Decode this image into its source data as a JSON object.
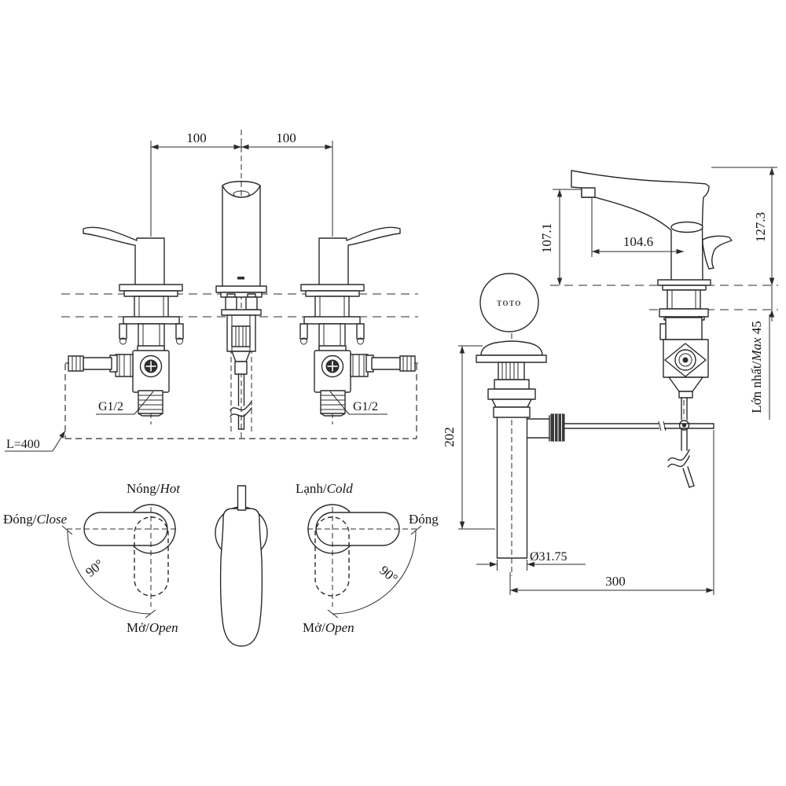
{
  "drawing": {
    "type": "faucet technical drawing",
    "brand": "TOTO",
    "dims": {
      "d100a": "100",
      "d100b": "100",
      "d107": "107.1",
      "d104": "104.6",
      "d127": "127.3",
      "dmax_vn": "Lớn nhất/",
      "dmax_en": "Max",
      "dmax_val": " 45",
      "d202": "202",
      "d31": "Ø31.75",
      "d300": "300",
      "dL400": "L=400",
      "g12_left": "G1/2",
      "g12_right": "G1/2"
    },
    "labels": {
      "hot_vn": "Nóng/",
      "hot_en": "Hot",
      "cold_vn": "Lạnh/",
      "cold_en": "Cold",
      "close_vn": "Đóng/",
      "close_en": "Close",
      "close_right": "Đóng",
      "open_vn": "Mở/",
      "open_en": "Open",
      "angle_left": "90°",
      "angle_right": "90°"
    },
    "logo": {
      "text": "TOTO"
    },
    "colors": {
      "line": "#2b2b2b",
      "background": "#ffffff"
    }
  }
}
